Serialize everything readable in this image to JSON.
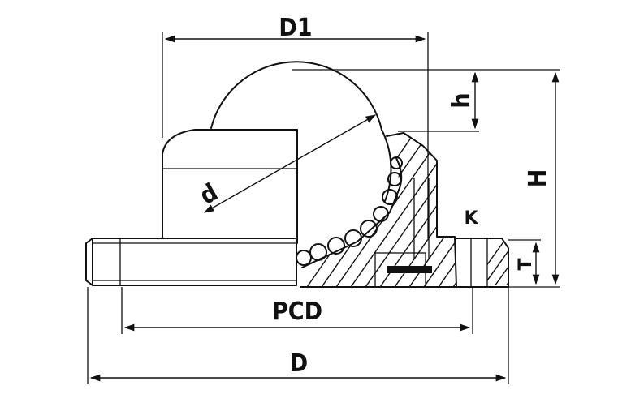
{
  "labels": {
    "D1": "D1",
    "h": "h",
    "H": "H",
    "d": "d",
    "K": "K",
    "T": "T",
    "PCD": "PCD",
    "D": "D"
  },
  "colors": {
    "line": "#111111",
    "background": "#ffffff"
  }
}
